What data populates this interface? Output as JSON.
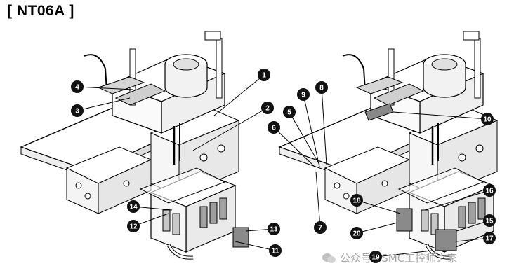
{
  "title": "[ NT06A ]",
  "callouts_left": [
    "1",
    "2",
    "3",
    "4",
    "11",
    "12",
    "13",
    "14"
  ],
  "callouts_right": [
    "5",
    "6",
    "7",
    "8",
    "9",
    "10",
    "15",
    "16",
    "17",
    "18",
    "19",
    "20"
  ],
  "watermark": "公众号 · SMC工控师之家"
}
